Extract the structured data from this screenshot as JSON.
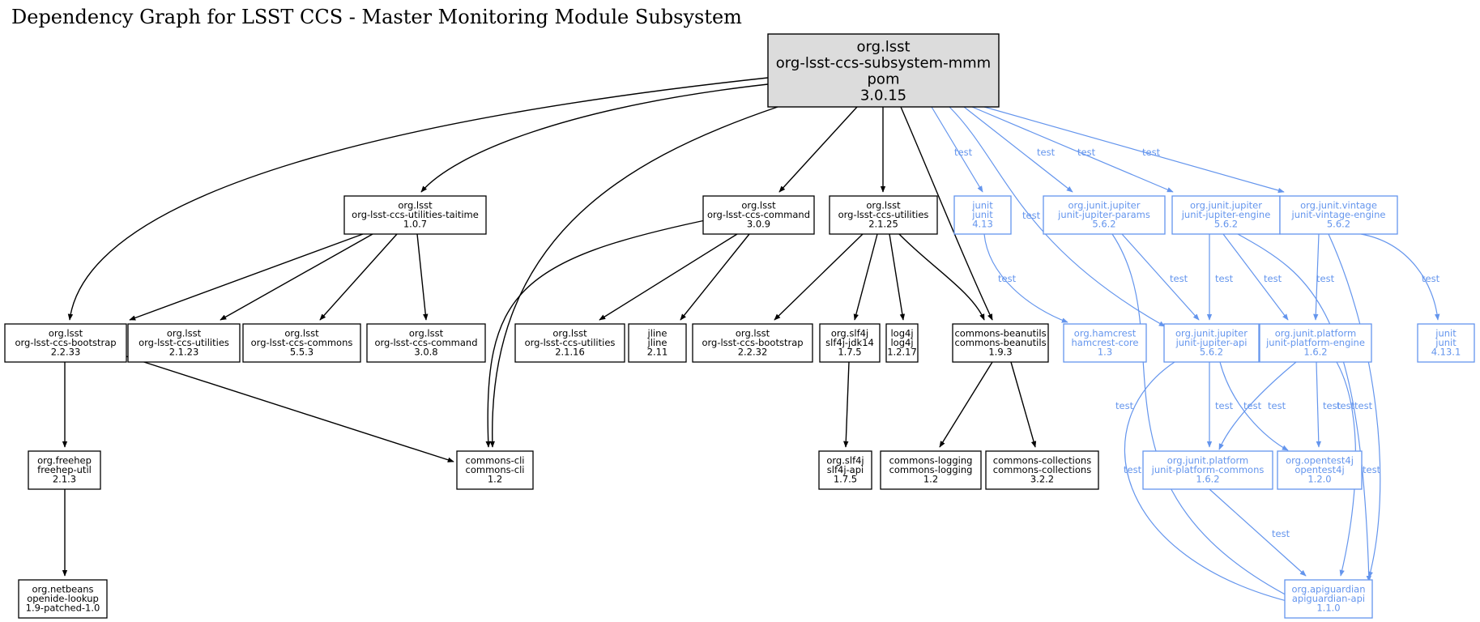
{
  "title": "Dependency Graph for LSST CCS - Master Monitoring Module Subsystem",
  "colors": {
    "default": "#000000",
    "test": "#6495ed",
    "root_fill": "#dcdcdc"
  },
  "nodes": [
    {
      "id": "root",
      "lines": [
        "org.lsst",
        "org-lsst-ccs-subsystem-mmm",
        "pom",
        "3.0.15"
      ],
      "style": "root"
    },
    {
      "id": "taitime",
      "lines": [
        "org.lsst",
        "org-lsst-ccs-utilities-taitime",
        "1.0.7"
      ],
      "style": "default"
    },
    {
      "id": "command309",
      "lines": [
        "org.lsst",
        "org-lsst-ccs-command",
        "3.0.9"
      ],
      "style": "default"
    },
    {
      "id": "utilities2125",
      "lines": [
        "org.lsst",
        "org-lsst-ccs-utilities",
        "2.1.25"
      ],
      "style": "default"
    },
    {
      "id": "junit413",
      "lines": [
        "junit",
        "junit",
        "4.13"
      ],
      "style": "test"
    },
    {
      "id": "jparams",
      "lines": [
        "org.junit.jupiter",
        "junit-jupiter-params",
        "5.6.2"
      ],
      "style": "test"
    },
    {
      "id": "jengine",
      "lines": [
        "org.junit.jupiter",
        "junit-jupiter-engine",
        "5.6.2"
      ],
      "style": "test"
    },
    {
      "id": "vintage",
      "lines": [
        "org.junit.vintage",
        "junit-vintage-engine",
        "5.6.2"
      ],
      "style": "test"
    },
    {
      "id": "bootstrap2233",
      "lines": [
        "org.lsst",
        "org-lsst-ccs-bootstrap",
        "2.2.33"
      ],
      "style": "default"
    },
    {
      "id": "utilities2123",
      "lines": [
        "org.lsst",
        "org-lsst-ccs-utilities",
        "2.1.23"
      ],
      "style": "default"
    },
    {
      "id": "commons553",
      "lines": [
        "org.lsst",
        "org-lsst-ccs-commons",
        "5.5.3"
      ],
      "style": "default"
    },
    {
      "id": "command308",
      "lines": [
        "org.lsst",
        "org-lsst-ccs-command",
        "3.0.8"
      ],
      "style": "default"
    },
    {
      "id": "utilities2116",
      "lines": [
        "org.lsst",
        "org-lsst-ccs-utilities",
        "2.1.16"
      ],
      "style": "default"
    },
    {
      "id": "jline",
      "lines": [
        "jline",
        "jline",
        "2.11"
      ],
      "style": "default"
    },
    {
      "id": "bootstrap2232",
      "lines": [
        "org.lsst",
        "org-lsst-ccs-bootstrap",
        "2.2.32"
      ],
      "style": "default"
    },
    {
      "id": "slf4jjdk",
      "lines": [
        "org.slf4j",
        "slf4j-jdk14",
        "1.7.5"
      ],
      "style": "default"
    },
    {
      "id": "log4j",
      "lines": [
        "log4j",
        "log4j",
        "1.2.17"
      ],
      "style": "default"
    },
    {
      "id": "beanutils",
      "lines": [
        "commons-beanutils",
        "commons-beanutils",
        "1.9.3"
      ],
      "style": "default"
    },
    {
      "id": "hamcrest",
      "lines": [
        "org.hamcrest",
        "hamcrest-core",
        "1.3"
      ],
      "style": "test"
    },
    {
      "id": "japi",
      "lines": [
        "org.junit.jupiter",
        "junit-jupiter-api",
        "5.6.2"
      ],
      "style": "test"
    },
    {
      "id": "pengine",
      "lines": [
        "org.junit.platform",
        "junit-platform-engine",
        "1.6.2"
      ],
      "style": "test"
    },
    {
      "id": "junit4131",
      "lines": [
        "junit",
        "junit",
        "4.13.1"
      ],
      "style": "test"
    },
    {
      "id": "freehep",
      "lines": [
        "org.freehep",
        "freehep-util",
        "2.1.3"
      ],
      "style": "default"
    },
    {
      "id": "cli",
      "lines": [
        "commons-cli",
        "commons-cli",
        "1.2"
      ],
      "style": "default"
    },
    {
      "id": "slf4japi",
      "lines": [
        "org.slf4j",
        "slf4j-api",
        "1.7.5"
      ],
      "style": "default"
    },
    {
      "id": "logging",
      "lines": [
        "commons-logging",
        "commons-logging",
        "1.2"
      ],
      "style": "default"
    },
    {
      "id": "collections",
      "lines": [
        "commons-collections",
        "commons-collections",
        "3.2.2"
      ],
      "style": "default"
    },
    {
      "id": "pcommons",
      "lines": [
        "org.junit.platform",
        "junit-platform-commons",
        "1.6.2"
      ],
      "style": "test"
    },
    {
      "id": "opentest4j",
      "lines": [
        "org.opentest4j",
        "opentest4j",
        "1.2.0"
      ],
      "style": "test"
    },
    {
      "id": "openide",
      "lines": [
        "org.netbeans",
        "openide-lookup",
        "1.9-patched-1.0"
      ],
      "style": "default"
    },
    {
      "id": "apiguardian",
      "lines": [
        "org.apiguardian",
        "apiguardian-api",
        "1.1.0"
      ],
      "style": "test"
    }
  ],
  "edges": [
    {
      "from": "root",
      "to": "bootstrap2233",
      "label": ""
    },
    {
      "from": "root",
      "to": "taitime",
      "label": ""
    },
    {
      "from": "root",
      "to": "cli",
      "label": ""
    },
    {
      "from": "root",
      "to": "command309",
      "label": ""
    },
    {
      "from": "root",
      "to": "utilities2125",
      "label": ""
    },
    {
      "from": "root",
      "to": "beanutils",
      "label": ""
    },
    {
      "from": "root",
      "to": "junit413",
      "label": "test"
    },
    {
      "from": "root",
      "to": "japi",
      "label": "test"
    },
    {
      "from": "root",
      "to": "jparams",
      "label": "test"
    },
    {
      "from": "root",
      "to": "jengine",
      "label": "test"
    },
    {
      "from": "root",
      "to": "vintage",
      "label": "test"
    },
    {
      "from": "taitime",
      "to": "bootstrap2233",
      "label": ""
    },
    {
      "from": "taitime",
      "to": "utilities2123",
      "label": ""
    },
    {
      "from": "taitime",
      "to": "commons553",
      "label": ""
    },
    {
      "from": "taitime",
      "to": "command308",
      "label": ""
    },
    {
      "from": "command309",
      "to": "cli",
      "label": ""
    },
    {
      "from": "command309",
      "to": "utilities2116",
      "label": ""
    },
    {
      "from": "command309",
      "to": "jline",
      "label": ""
    },
    {
      "from": "utilities2125",
      "to": "bootstrap2232",
      "label": ""
    },
    {
      "from": "utilities2125",
      "to": "slf4jjdk",
      "label": ""
    },
    {
      "from": "utilities2125",
      "to": "log4j",
      "label": ""
    },
    {
      "from": "utilities2125",
      "to": "beanutils",
      "label": ""
    },
    {
      "from": "bootstrap2233",
      "to": "freehep",
      "label": ""
    },
    {
      "from": "bootstrap2233",
      "to": "cli",
      "label": ""
    },
    {
      "from": "freehep",
      "to": "openide",
      "label": ""
    },
    {
      "from": "slf4jjdk",
      "to": "slf4japi",
      "label": ""
    },
    {
      "from": "beanutils",
      "to": "logging",
      "label": ""
    },
    {
      "from": "beanutils",
      "to": "collections",
      "label": ""
    },
    {
      "from": "junit413",
      "to": "hamcrest",
      "label": "test"
    },
    {
      "from": "jparams",
      "to": "japi",
      "label": "test"
    },
    {
      "from": "jparams",
      "to": "apiguardian",
      "label": "test"
    },
    {
      "from": "jengine",
      "to": "japi",
      "label": "test"
    },
    {
      "from": "jengine",
      "to": "pengine",
      "label": "test"
    },
    {
      "from": "jengine",
      "to": "apiguardian",
      "label": "test"
    },
    {
      "from": "vintage",
      "to": "pengine",
      "label": "test"
    },
    {
      "from": "vintage",
      "to": "junit4131",
      "label": "test"
    },
    {
      "from": "vintage",
      "to": "apiguardian",
      "label": "test"
    },
    {
      "from": "japi",
      "to": "pcommons",
      "label": "test"
    },
    {
      "from": "japi",
      "to": "opentest4j",
      "label": "test"
    },
    {
      "from": "japi",
      "to": "apiguardian",
      "label": "test"
    },
    {
      "from": "pengine",
      "to": "pcommons",
      "label": "test"
    },
    {
      "from": "pengine",
      "to": "opentest4j",
      "label": "test"
    },
    {
      "from": "pengine",
      "to": "apiguardian",
      "label": "test"
    },
    {
      "from": "pcommons",
      "to": "apiguardian",
      "label": "test"
    }
  ]
}
